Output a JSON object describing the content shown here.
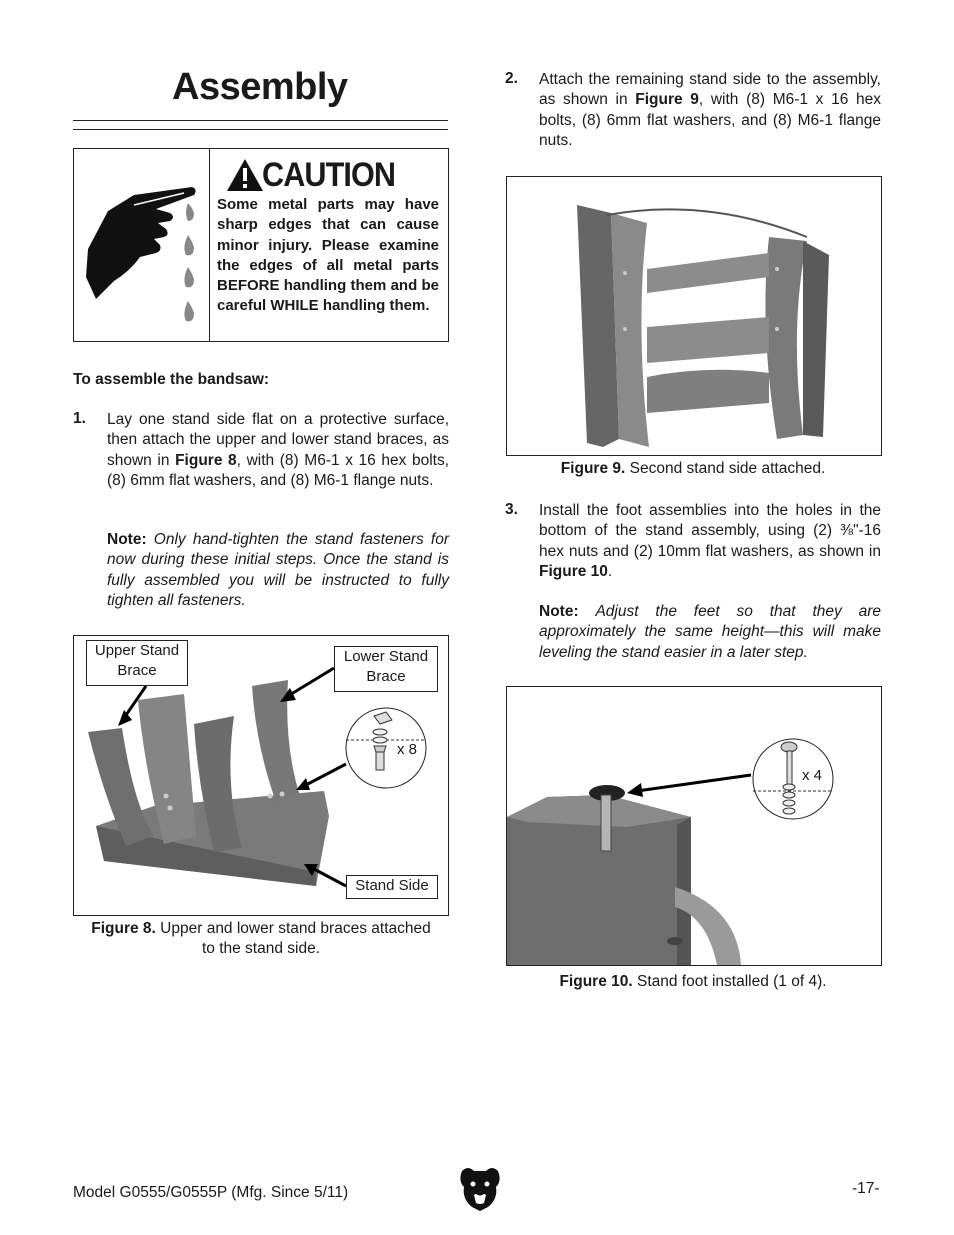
{
  "page_title": "Assembly",
  "caution": {
    "title": "CAUTION",
    "text": "Some metal parts may have sharp edges that can cause minor injury. Please examine the edges of all metal parts BEFORE handling them and be careful WHILE handling them."
  },
  "intro": "To assemble the bandsaw:",
  "step1": {
    "num": "1.",
    "text_a": "Lay one stand side flat on a protective surface, then attach the upper and lower stand braces, as shown in ",
    "ref": "Figure 8",
    "text_b": ", with (8) M6-1 x 16 hex bolts, (8) 6mm flat washers, and (8) M6-1 flange nuts.",
    "note_label": "Note:",
    "note_text": "Only hand-tighten the stand fasteners for now during these initial steps. Once the stand is fully assembled you will be instructed to fully tighten all fasteners."
  },
  "figure8": {
    "label_upper": "Upper Stand Brace",
    "label_lower": "Lower Stand Brace",
    "label_side": "Stand Side",
    "qty": "x 8",
    "caption_label": "Figure 8.",
    "caption_text": "Upper and lower stand braces attached to the stand side."
  },
  "step2": {
    "num": "2.",
    "text_a": "Attach the remaining stand side to the assembly, as shown in ",
    "ref": "Figure 9",
    "text_b": ", with (8) M6-1 x 16 hex bolts, (8) 6mm flat washers, and (8) M6-1 flange nuts."
  },
  "figure9": {
    "caption_label": "Figure 9.",
    "caption_text": "Second stand side attached."
  },
  "step3": {
    "num": "3.",
    "text_a": "Install the foot assemblies into the holes in the bottom of the stand assembly, using (2) ⅜\"-16 hex nuts and (2) 10mm flat washers, as shown in ",
    "ref": "Figure 10",
    "text_b": ".",
    "note_label": "Note:",
    "note_text": "Adjust the feet so that they are approximately the same height—this will make leveling the stand easier in a later step."
  },
  "figure10": {
    "qty": "x 4",
    "caption_label": "Figure 10.",
    "caption_text": "Stand foot installed (1 of 4)."
  },
  "footer": {
    "model": "Model G0555/G0555P (Mfg. Since 5/11)",
    "page": "-17-"
  }
}
